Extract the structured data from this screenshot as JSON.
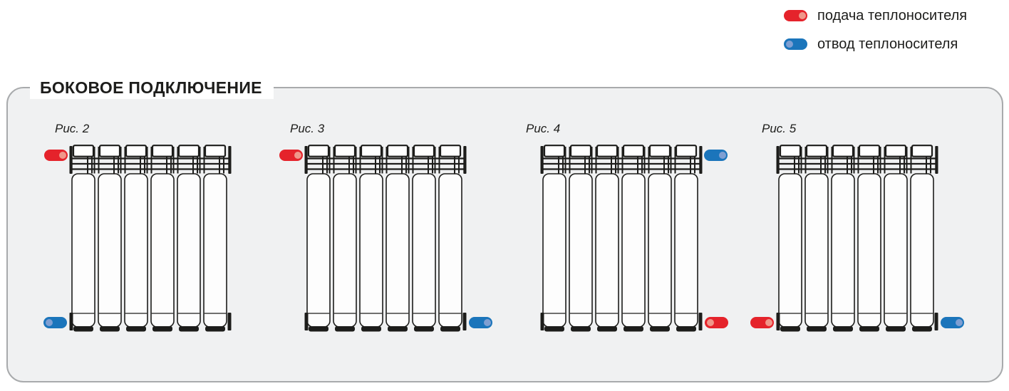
{
  "legend": {
    "items": [
      {
        "label": "подача теплоносителя",
        "type": "supply",
        "dot_side": "right"
      },
      {
        "label": "отвод теплоносителя",
        "type": "return",
        "dot_side": "left"
      }
    ]
  },
  "panel": {
    "title": "БОКОВОЕ ПОДКЛЮЧЕНИЕ"
  },
  "figures": [
    {
      "label": "Рис. 2",
      "connections": [
        {
          "type": "supply",
          "position": "top-left",
          "dot_side": "right"
        },
        {
          "type": "return",
          "position": "bottom-left",
          "dot_side": "left"
        }
      ]
    },
    {
      "label": "Рис. 3",
      "connections": [
        {
          "type": "supply",
          "position": "top-left",
          "dot_side": "right"
        },
        {
          "type": "return",
          "position": "bottom-right",
          "dot_side": "right"
        }
      ]
    },
    {
      "label": "Рис. 4",
      "connections": [
        {
          "type": "return",
          "position": "top-right",
          "dot_side": "right"
        },
        {
          "type": "supply",
          "position": "bottom-right",
          "dot_side": "left"
        }
      ]
    },
    {
      "label": "Рис. 5",
      "connections": [
        {
          "type": "supply",
          "position": "bottom-left",
          "dot_side": "right"
        },
        {
          "type": "return",
          "position": "bottom-right",
          "dot_side": "right"
        }
      ]
    }
  ],
  "radiator": {
    "sections": 6,
    "body_fill": "#fdfdfd"
  },
  "colors": {
    "supply": "#e5232b",
    "supply_dot": "#f0978a",
    "return": "#1b75bb",
    "return_dot": "#7f9fd2",
    "panel_bg": "#f0f1f2",
    "panel_border": "#a8aaac",
    "ink": "#1d1d1b"
  }
}
